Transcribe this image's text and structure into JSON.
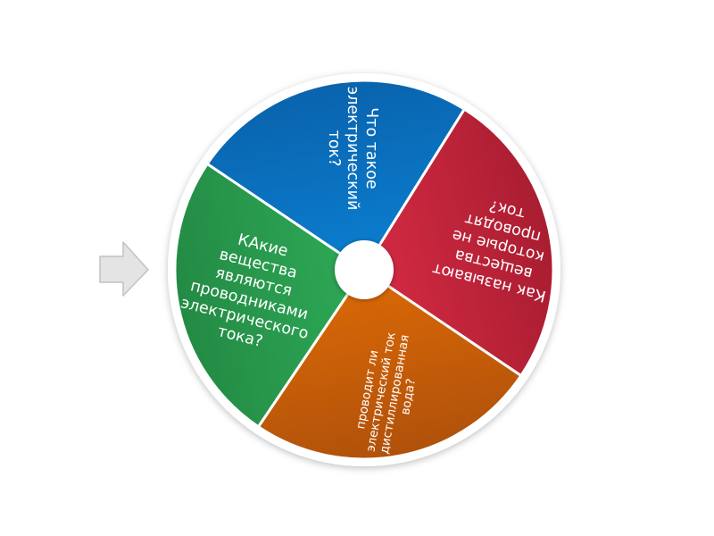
{
  "wheel": {
    "hub_color": "#ffffff",
    "rim_color": "#ffffff",
    "pointer_color": "#e4e4e4",
    "pointer_stroke": "#c2c2c2",
    "sectors": [
      {
        "id": "blue",
        "lines": [
          "Что такое",
          "электрический",
          "ток?"
        ],
        "color": "#0b7fd0",
        "color_dark": "#0a63ad"
      },
      {
        "id": "red",
        "lines": [
          "Как называют",
          "вещества",
          "которые не",
          "проводят",
          "ток?"
        ],
        "color": "#d52b43",
        "color_dark": "#a91d31"
      },
      {
        "id": "orange",
        "lines": [
          "проводит ли",
          "электрический ток",
          "дистиллированная",
          "вода?"
        ],
        "color": "#dc6a06",
        "color_dark": "#b0510b"
      },
      {
        "id": "green",
        "lines": [
          "КАкие",
          "вещества",
          "являются",
          "проводниками",
          "электрического",
          "тока?"
        ],
        "color": "#2eaa57",
        "color_dark": "#238a44"
      }
    ]
  }
}
